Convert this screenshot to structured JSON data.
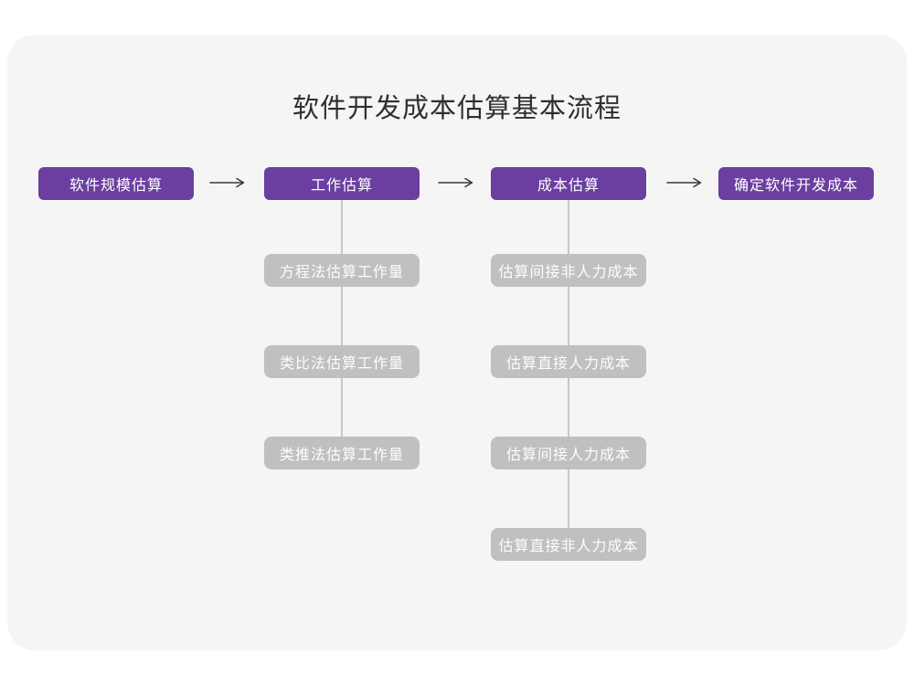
{
  "title": "软件开发成本估算基本流程",
  "colors": {
    "page_background": "#ffffff",
    "card_background": "#f5f5f6",
    "primary_node": "#6b3fa0",
    "sub_node": "#c0c0c0",
    "node_text": "#ffffff",
    "title_text": "#2f2f2f",
    "arrow": "#3a3a3a",
    "connector_line": "#c7c7c7"
  },
  "flow": {
    "main_steps": [
      "软件规模估算",
      "工作估算",
      "成本估算",
      "确定软件开发成本"
    ],
    "work_substeps": [
      "方程法估算工作量",
      "类比法估算工作量",
      "类推法估算工作量"
    ],
    "cost_substeps": [
      "估算间接非人力成本",
      "估算直接人力成本",
      "估算间接人力成本",
      "估算直接非人力成本"
    ]
  }
}
